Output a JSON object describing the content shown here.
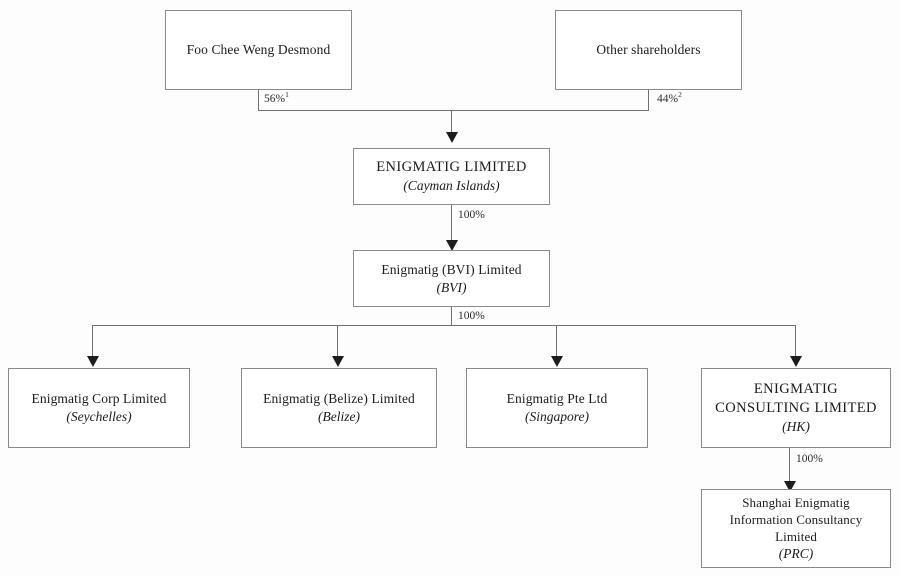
{
  "diagram": {
    "title": "Group corporate structure chart",
    "border_color": "#8a8a8a",
    "line_color": "#6f6f6f",
    "arrow_color": "#1d1d1d",
    "background": "#fdfdfd"
  },
  "nodes": {
    "shareholder_desmond": {
      "title": "Foo Chee Weng Desmond",
      "jurisdiction": ""
    },
    "shareholder_other": {
      "title": "Other shareholders",
      "jurisdiction": ""
    },
    "enigmatig_limited": {
      "title": "ENIGMATIG LIMITED",
      "jurisdiction": "(Cayman Islands)"
    },
    "enigmatig_bvi": {
      "title": "Enigmatig (BVI) Limited",
      "jurisdiction": "(BVI)"
    },
    "enigmatig_corp": {
      "title": "Enigmatig Corp Limited",
      "jurisdiction": "(Seychelles)"
    },
    "enigmatig_belize": {
      "title": "Enigmatig (Belize) Limited",
      "jurisdiction": "(Belize)"
    },
    "enigmatig_pte": {
      "title": "Enigmatig Pte Ltd",
      "jurisdiction": "(Singapore)"
    },
    "enigmatig_consulting_hk": {
      "title": "ENIGMATIG\nCONSULTING LIMITED",
      "jurisdiction": "(HK)"
    },
    "shanghai_enigmatig": {
      "title": "Shanghai Enigmatig\nInformation Consultancy\nLimited",
      "jurisdiction": "(PRC)"
    }
  },
  "edges": {
    "desmond_to_enigmatig": {
      "label": "56%",
      "footnote": "1"
    },
    "other_to_enigmatig": {
      "label": "44%",
      "footnote": "2"
    },
    "enigmatig_to_bvi": {
      "label": "100%",
      "footnote": ""
    },
    "bvi_to_subsidiaries": {
      "label": "100%",
      "footnote": ""
    },
    "hk_to_shanghai": {
      "label": "100%",
      "footnote": ""
    }
  }
}
